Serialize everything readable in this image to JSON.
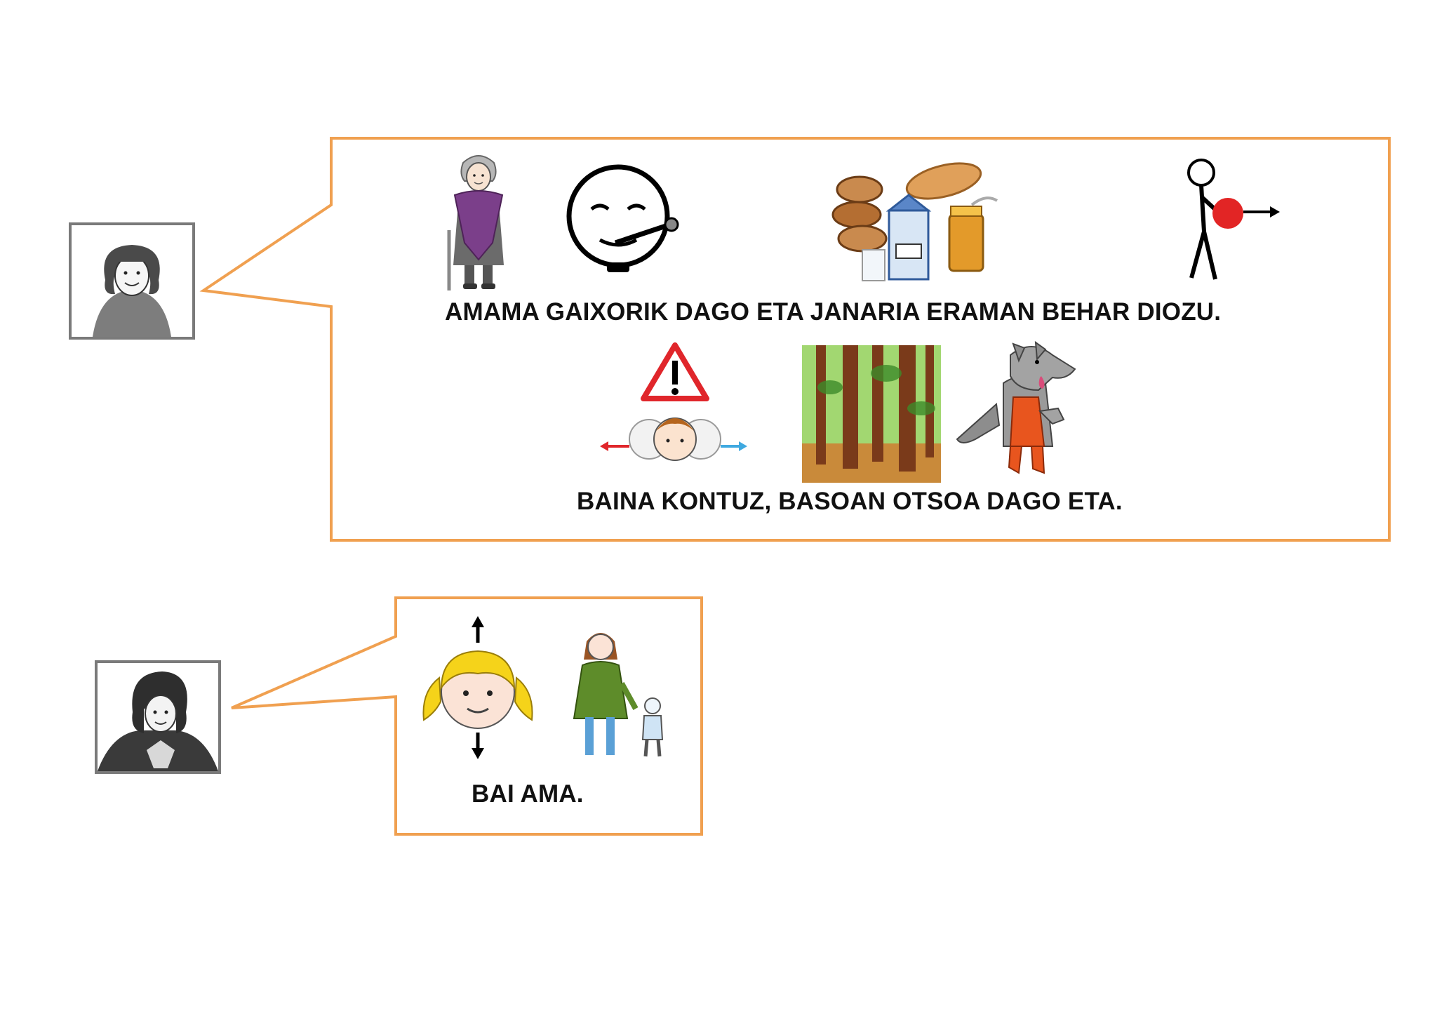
{
  "page": {
    "background": "#ffffff",
    "accent": "#f0a050"
  },
  "dialogue": [
    {
      "speaker_icon": "mother-portrait-icon",
      "lines": [
        {
          "text": "AMAMA GAIXORIK DAGO ETA JANARIA ERAMAN BEHAR DIOZU.",
          "pictograms": [
            "grandmother-icon",
            "sick-face-icon",
            "food-icon",
            "carry-icon"
          ]
        },
        {
          "text": "BAINA KONTUZ, BASOAN OTSOA DAGO ETA.",
          "pictograms": [
            "caution-icon",
            "forest-icon",
            "wolf-icon"
          ]
        }
      ]
    },
    {
      "speaker_icon": "red-riding-hood-portrait-icon",
      "lines": [
        {
          "text": "BAI AMA.",
          "pictograms": [
            "yes-nod-girl-icon",
            "mother-child-icon"
          ]
        }
      ]
    }
  ]
}
